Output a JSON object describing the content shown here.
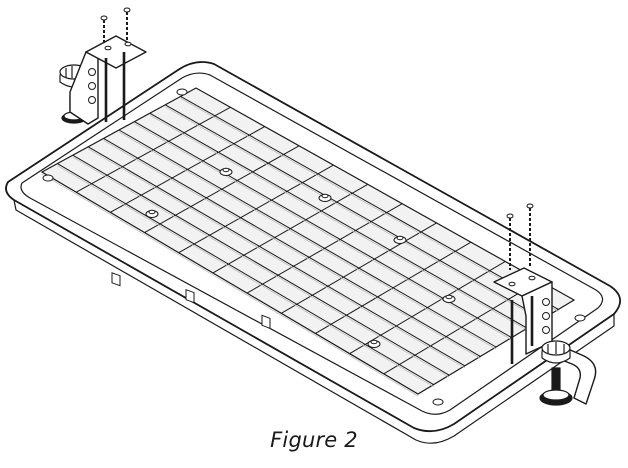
{
  "figure": {
    "caption": "Figure 2",
    "line_color": "#1a1a1a",
    "fill_color": "#ffffff",
    "cell_fill": "#f2f2f2",
    "grid": {
      "rows": 10,
      "cols": 11
    }
  }
}
